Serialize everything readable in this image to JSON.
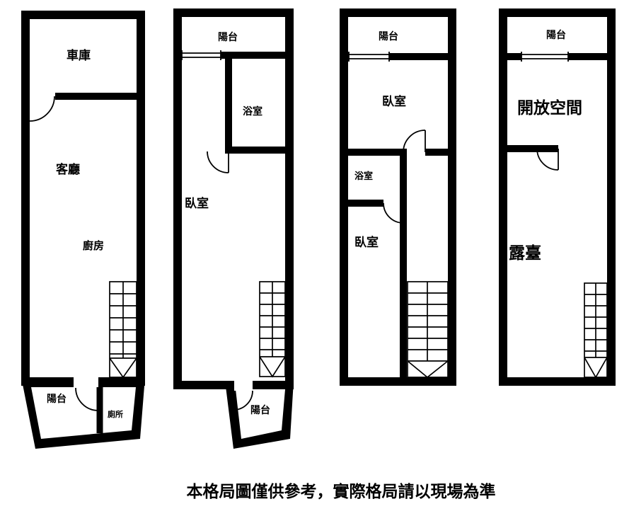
{
  "caption": "本格局圖僅供參考，實際格局請以現場為準",
  "units": {
    "unit1": {
      "garage": "車庫",
      "living_room": "客廳",
      "kitchen": "廚房",
      "balcony": "陽台",
      "toilet": "廁所"
    },
    "unit2": {
      "balcony_top": "陽台",
      "bathroom": "浴室",
      "bedroom": "臥室",
      "balcony_bottom": "陽台"
    },
    "unit3": {
      "balcony": "陽台",
      "bedroom_upper": "臥室",
      "bathroom": "浴室",
      "bedroom_lower": "臥室"
    },
    "unit4": {
      "balcony": "陽台",
      "open_space": "開放空間",
      "terrace": "露臺"
    }
  }
}
